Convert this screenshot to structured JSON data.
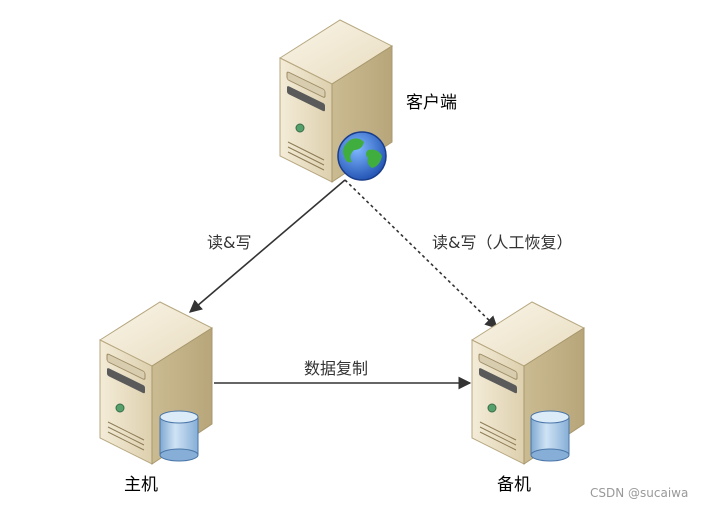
{
  "nodes": {
    "client": {
      "label": "客户端",
      "icons": [
        "server-tower-icon",
        "globe-icon"
      ]
    },
    "primary": {
      "label": "主机",
      "icons": [
        "server-tower-icon",
        "database-icon"
      ]
    },
    "backup": {
      "label": "备机",
      "icons": [
        "server-tower-icon",
        "database-icon"
      ]
    }
  },
  "edges": {
    "client_to_primary": {
      "label": "读&写",
      "style": "solid"
    },
    "client_to_backup": {
      "label": "读&写（人工恢复）",
      "style": "dashed"
    },
    "primary_to_backup": {
      "label": "数据复制",
      "style": "solid"
    }
  },
  "watermark": "CSDN @sucaiwa",
  "colors": {
    "server_body": "#e8dcc0",
    "server_top": "#f2ead6",
    "server_side": "#c9b990",
    "db": "#a8c8e8",
    "line": "#333333"
  }
}
